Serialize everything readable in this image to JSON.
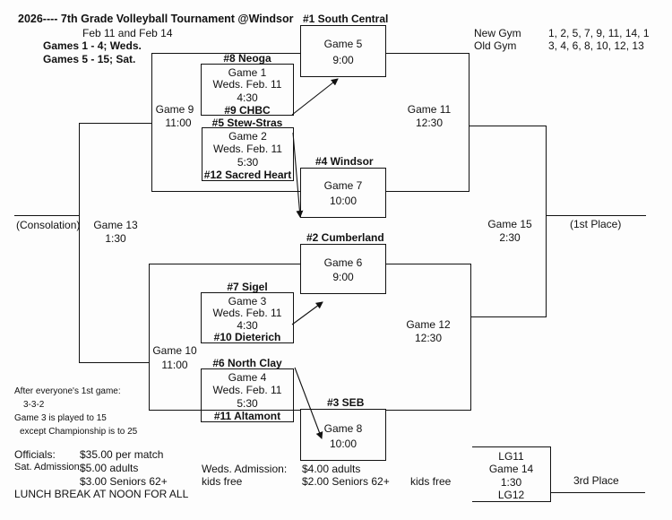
{
  "header": {
    "title": "2026---- 7th Grade Volleyball Tournament @Windsor",
    "dates": "Feb 11 and Feb 14",
    "games_weds": "Games 1 - 4; Weds.",
    "games_sat": "Games 5 - 15; Sat."
  },
  "gyms": {
    "new_label": "New Gym",
    "new_games": "1, 2, 5, 7, 9, 11, 14, 1",
    "old_label": "Old Gym",
    "old_games": "3, 4, 6, 8, 10, 12, 13"
  },
  "teams": {
    "t1": "#1 South Central",
    "t8": "#8 Neoga",
    "t9": "#9 CHBC",
    "t5": "#5  Stew-Stras",
    "t12": "#12 Sacred Heart",
    "t4": "#4  Windsor",
    "t2": "#2  Cumberland",
    "t7": "#7 Sigel",
    "t10": "#10  Dieterich",
    "t6": "#6  North Clay",
    "t11": "#11 Altamont",
    "t3": "#3  SEB"
  },
  "games": {
    "g1": {
      "name": "Game 1",
      "day": "Weds. Feb. 11",
      "time": "4:30"
    },
    "g2": {
      "name": "Game 2",
      "day": "Weds. Feb. 11",
      "time": "5:30"
    },
    "g3": {
      "name": "Game 3",
      "day": "Weds. Feb. 11",
      "time": "4:30"
    },
    "g4": {
      "name": "Game 4",
      "day": "Weds. Feb. 11",
      "time": "5:30"
    },
    "g5": {
      "name": "Game 5",
      "time": "9:00"
    },
    "g6": {
      "name": "Game 6",
      "time": "9:00"
    },
    "g7": {
      "name": "Game 7",
      "time": "10:00"
    },
    "g8": {
      "name": "Game 8",
      "time": "10:00"
    },
    "g9": {
      "name": "Game 9",
      "time": "11:00"
    },
    "g10": {
      "name": "Game 10",
      "time": "11:00"
    },
    "g11": {
      "name": "Game 11",
      "time": "12:30"
    },
    "g12": {
      "name": "Game 12",
      "time": "12:30"
    },
    "g13": {
      "name": "Game 13",
      "time": "1:30"
    },
    "g14": {
      "lg_top": "LG11",
      "name": "Game 14",
      "time": "1:30",
      "lg_bottom": "LG12"
    },
    "g15": {
      "name": "Game 15",
      "time": "2:30"
    }
  },
  "places": {
    "consolation": "(Consolation)",
    "first": "(1st Place)",
    "third": "3rd Place"
  },
  "notes": {
    "line1": "After everyone's 1st game:",
    "line2": "3-3-2",
    "line3": "Game 3 is played to 15",
    "line4": "except Championship is to 25"
  },
  "footer": {
    "officials_label": "Officials:",
    "officials_value": "$35.00 per match",
    "sat_label": "Sat. Admission:",
    "sat_adults": "$5.00 adults",
    "sat_seniors": "$3.00 Seniors 62+",
    "lunch": "LUNCH BREAK AT NOON FOR ALL",
    "weds_label": "Weds. Admission:",
    "kids_free_1": "kids free",
    "weds_adults": "$4.00 adults",
    "weds_seniors": "$2.00 Seniors 62+",
    "kids_free_2": "kids free"
  }
}
